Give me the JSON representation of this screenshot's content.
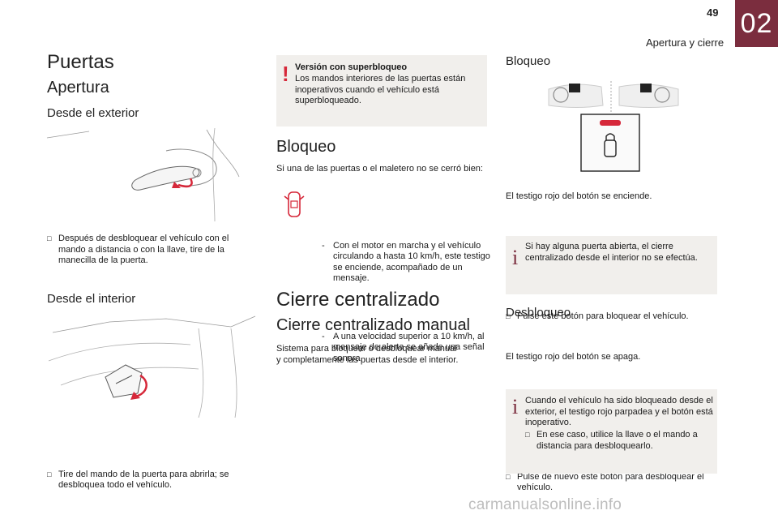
{
  "header": {
    "page_number": "49",
    "section_title": "Apertura y cierre",
    "chapter_tab": "02"
  },
  "col1": {
    "title": "Puertas",
    "subtitle": "Apertura",
    "exterior_heading": "Desde el exterior",
    "exterior_bullet": "Después de desbloquear el vehículo con el mando a distancia o con la llave, tire de la manecilla de la puerta.",
    "interior_heading": "Desde el interior",
    "interior_bullet": "Tire del mando de la puerta para abrirla; se desbloquea todo el vehículo."
  },
  "col2": {
    "warning_title": "Versión con superbloqueo",
    "warning_text": "Los mandos interiores de las puertas están inoperativos cuando el vehículo está superbloqueado.",
    "bloqueo_heading": "Bloqueo",
    "bloqueo_intro": "Si una de las puertas o el maletero no se cerró bien:",
    "dash_items": [
      "Con el motor en marcha y el vehículo circulando a hasta 10 km/h, este testigo se enciende, acompañado de un mensaje.",
      "A una velocidad superior a 10 km/h, al mensaje de alerta se añade una señal sonora."
    ],
    "central_title": "Cierre centralizado",
    "manual_heading": "Cierre centralizado manual",
    "manual_text": "Sistema para bloquear o desbloquear manual y completamente las puertas desde el interior."
  },
  "col3": {
    "bloqueo_heading": "Bloqueo",
    "bloqueo_bullet": "Pulse este botón para bloquear el vehículo.",
    "bloqueo_note": "El testigo rojo del botón se enciende.",
    "info1": "Si hay alguna puerta abierta, el cierre centralizado desde el interior no se efectúa.",
    "desbloqueo_heading": "Desbloqueo",
    "desbloqueo_bullet": "Pulse de nuevo este botón para desbloquear el vehículo.",
    "desbloqueo_note": "El testigo rojo del botón se apaga.",
    "info2_text": "Cuando el vehículo ha sido bloqueado desde el exterior, el testigo rojo parpadea y el botón está inoperativo.",
    "info2_bullet": "En ese caso, utilice la llave o el mando a distancia para desbloquearlo."
  },
  "footer": {
    "watermark": "carmanualsonline.info"
  },
  "colors": {
    "accent": "#7b2d3e",
    "warning_red": "#d6283a",
    "box_bg": "#f1efec"
  }
}
